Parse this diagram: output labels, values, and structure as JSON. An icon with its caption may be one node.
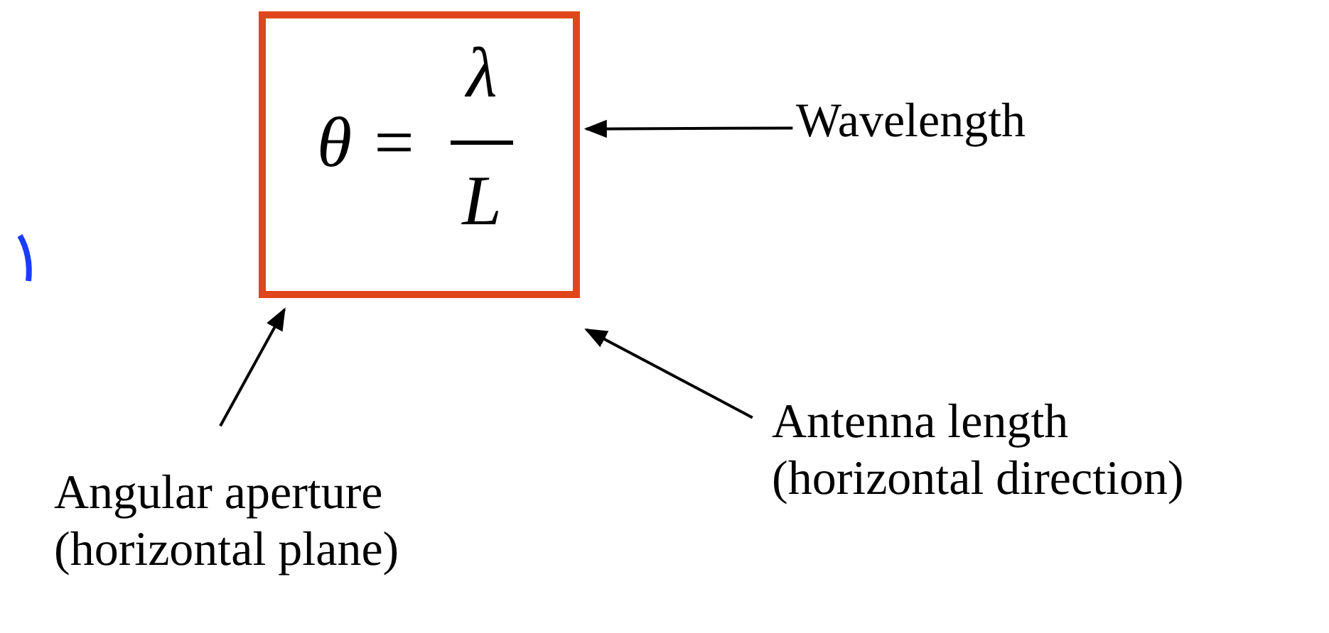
{
  "diagram": {
    "nodes": [
      {
        "text": [
          "θ =",
          "λ",
          "L"
        ]
      },
      {
        "text": [
          "Wavelength"
        ]
      },
      {
        "text": [
          "Angular aperture (horizontal plane)"
        ]
      },
      {
        "text": [
          "Antenna length (horizontal direction)"
        ]
      }
    ],
    "edges": [
      {
        "from": 1,
        "to": 0,
        "arrow": "to"
      },
      {
        "from": 2,
        "to": 0,
        "arrow": "to"
      },
      {
        "from": 3,
        "to": 0,
        "arrow": "to"
      }
    ]
  }
}
